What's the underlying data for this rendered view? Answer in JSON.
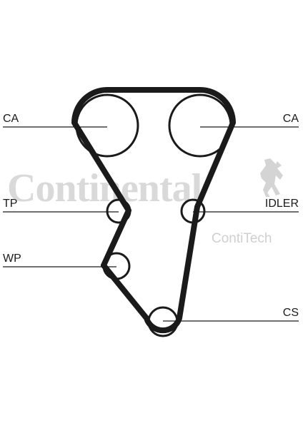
{
  "watermark": {
    "brand": "Continental",
    "sub_brand": "ContiTech",
    "logo_icon": "horse-icon",
    "color": "#d9d9d9"
  },
  "labels": {
    "ca_left": "CA",
    "ca_right": "CA",
    "tp": "TP",
    "idler": "IDLER",
    "wp": "WP",
    "cs": "CS"
  },
  "colors": {
    "belt": "#1a1a1a",
    "lines": "#1a1a1a"
  }
}
